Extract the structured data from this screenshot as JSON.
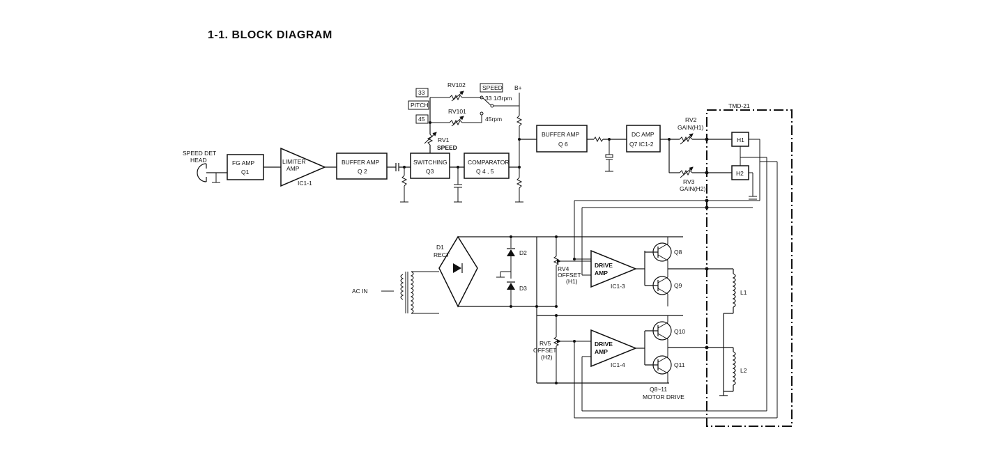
{
  "title": "1-1.  BLOCK DIAGRAM",
  "labels": {
    "speed_det_head_1": "SPEED DET",
    "speed_det_head_2": "HEAD",
    "fg_amp_1": "FG AMP",
    "fg_amp_2": "Q1",
    "limiter_amp_1": "LIMITER",
    "limiter_amp_2": "AMP",
    "ic1_1": "IC1-1",
    "buffer_amp_q2_1": "BUFFER AMP",
    "buffer_amp_q2_2": "Q 2",
    "switching_1": "SWITCHING",
    "switching_2": "Q3",
    "comparator_1": "COMPARATOR",
    "comparator_2": "Q 4 , 5",
    "buffer_amp_q6_1": "BUFFER AMP",
    "buffer_amp_q6_2": "Q 6",
    "dc_amp_1": "DC AMP",
    "dc_amp_2": "Q7  IC1-2",
    "b_plus": "B+",
    "rv102": "RV102",
    "rv101": "RV101",
    "rv1": "RV1",
    "rv1_speed": "SPEED",
    "sw_33": "33",
    "sw_pitch": "PITCH",
    "sw_45": "45",
    "sw_speed": "SPEED",
    "rpm_33": "33 1/3rpm",
    "rpm_45": "45rpm",
    "tmd": "TMD-21",
    "rv2_1": "RV2",
    "rv2_2": "GAIN(H1)",
    "rv3_1": "RV3",
    "rv3_2": "GAIN(H2)",
    "h1": "H1",
    "h2": "H2",
    "d1_1": "D1",
    "d1_2": "RECT",
    "d2": "D2",
    "d3": "D3",
    "ac_in": "AC IN",
    "rv4_1": "RV4",
    "rv4_2": "OFFSET",
    "rv4_3": "(H1)",
    "rv5_1": "RV5",
    "rv5_2": "OFFSET",
    "rv5_3": "(H2)",
    "drive_amp_1a": "DRIVE",
    "drive_amp_1b": "AMP",
    "ic1_3": "IC1-3",
    "drive_amp_2a": "DRIVE",
    "drive_amp_2b": "AMP",
    "ic1_4": "IC1-4",
    "q8": "Q8",
    "q9": "Q9",
    "q10": "Q10",
    "q11": "Q11",
    "l1": "L1",
    "l2": "L2",
    "motor_drive_1": "Q8~11",
    "motor_drive_2": "MOTOR DRIVE"
  }
}
